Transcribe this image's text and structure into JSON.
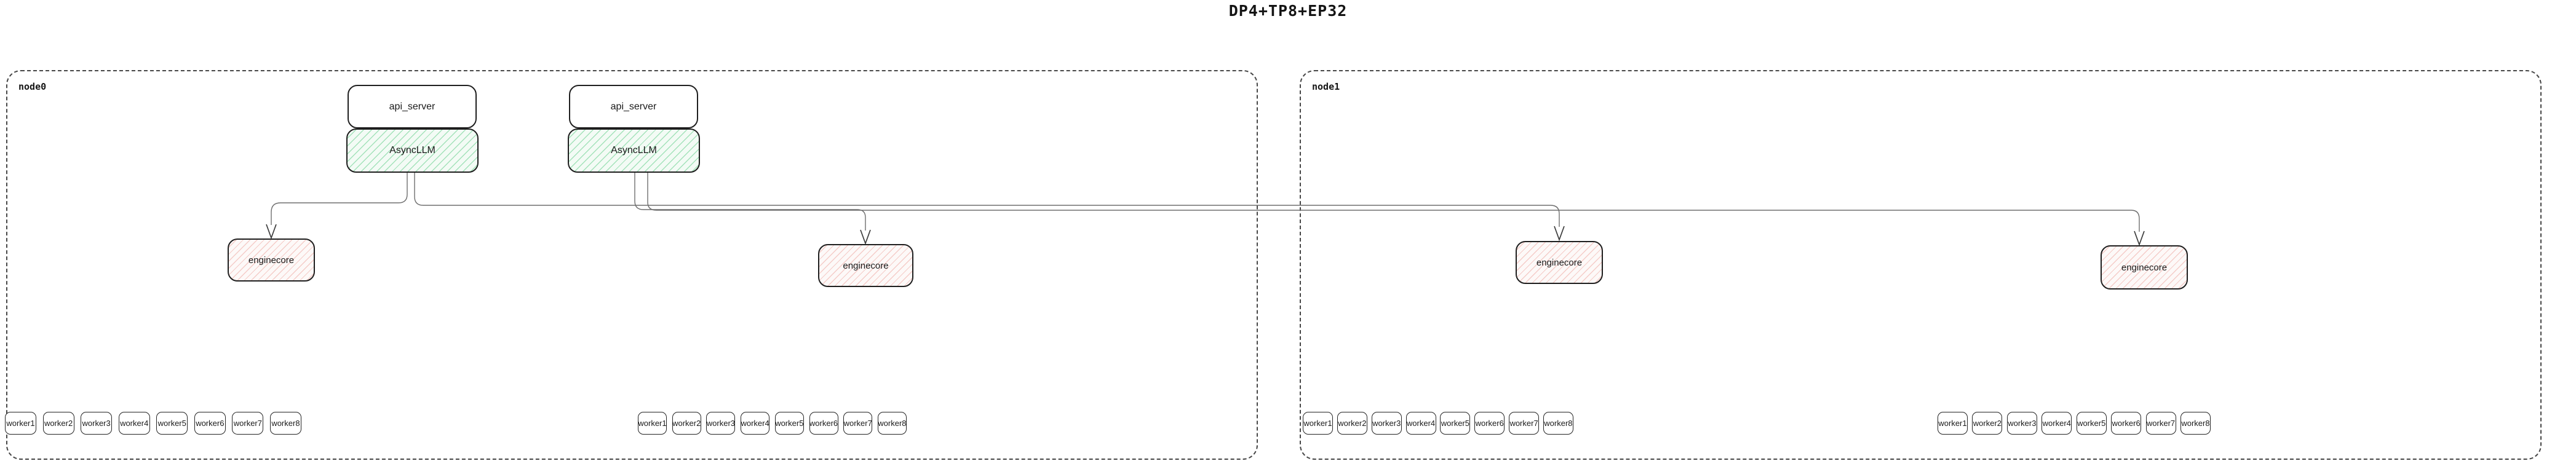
{
  "title": "DP4+TP8+EP32",
  "node0": {
    "label": "node0",
    "api_servers": [
      "api_server",
      "api_server"
    ],
    "async_llms": [
      "AsyncLLM",
      "AsyncLLM"
    ],
    "enginecores": [
      "enginecore",
      "enginecore"
    ],
    "worker_groups": [
      [
        "worker1",
        "worker2",
        "worker3",
        "worker4",
        "worker5",
        "worker6",
        "worker7",
        "worker8"
      ],
      [
        "worker1",
        "worker2",
        "worker3",
        "worker4",
        "worker5",
        "worker6",
        "worker7",
        "worker8"
      ]
    ]
  },
  "node1": {
    "label": "node1",
    "enginecores": [
      "enginecore",
      "enginecore"
    ],
    "worker_groups": [
      [
        "worker1",
        "worker2",
        "worker3",
        "worker4",
        "worker5",
        "worker6",
        "worker7",
        "worker8"
      ],
      [
        "worker1",
        "worker2",
        "worker3",
        "worker4",
        "worker5",
        "worker6",
        "worker7",
        "worker8"
      ]
    ]
  },
  "colors": {
    "box_border": "#1f1f1f",
    "node_border": "#474747",
    "asyncllm_hatch": "#62ce89",
    "asyncllm_bg": "#f3fbf5",
    "enginecore_hatch": "#e7827a",
    "enginecore_bg": "#fdf9f8",
    "connector": "#6e6e6e",
    "arrowhead": "#3c3c3c",
    "text": "#141414"
  }
}
